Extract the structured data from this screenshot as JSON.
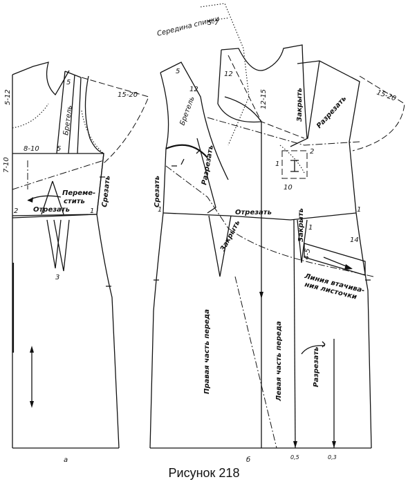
{
  "figure": {
    "caption": "Рисунок 218",
    "panel_a_label": "а",
    "panel_b_label": "б"
  },
  "panel_a": {
    "labels": {
      "m_5_12": "5-12",
      "m_5_top": "5",
      "m_5_bottom": "5",
      "bretel": "Бретель",
      "m_15_20": "15-20",
      "m_8_10": "8-10",
      "m_7_10": "7-10",
      "peremestit_1": "Переме-",
      "peremestit_2": "стить",
      "otrezat": "Отрезать",
      "srezat": "Срезать",
      "n_2": "2",
      "n_1": "1",
      "n_3": "3"
    }
  },
  "panel_b": {
    "labels": {
      "seredina_spinki": "Середина спинки",
      "m_5_7": "5-7",
      "m_5": "5",
      "m_12_left": "12",
      "m_12_center": "12",
      "m_12_15": "12-15",
      "bretel": "Бретель",
      "zakryt_top": "Закрыть",
      "razrezat_top": "Разрезать",
      "m_15_20": "15-20",
      "n_2": "2",
      "n_1_small": "1",
      "n_10": "10",
      "razrezat_left": "Разрезать",
      "srezat": "Срезать",
      "n_1_left": "1",
      "otrezat": "Отрезать",
      "zakryt_center": "Закрыть",
      "zakryt_left": "Закрыть",
      "n_1_right": "1",
      "n_1_mid": "1",
      "m_14": "14",
      "m_4_5": "4-5",
      "liniya_1": "Линия втачива-",
      "liniya_2": "ния листочки",
      "pravaya": "Правая часть переда",
      "levaya": "Левая часть переда",
      "razrezat_bottom": "Разрезать",
      "m_0_5": "0,5",
      "m_0_3": "0,3"
    }
  }
}
